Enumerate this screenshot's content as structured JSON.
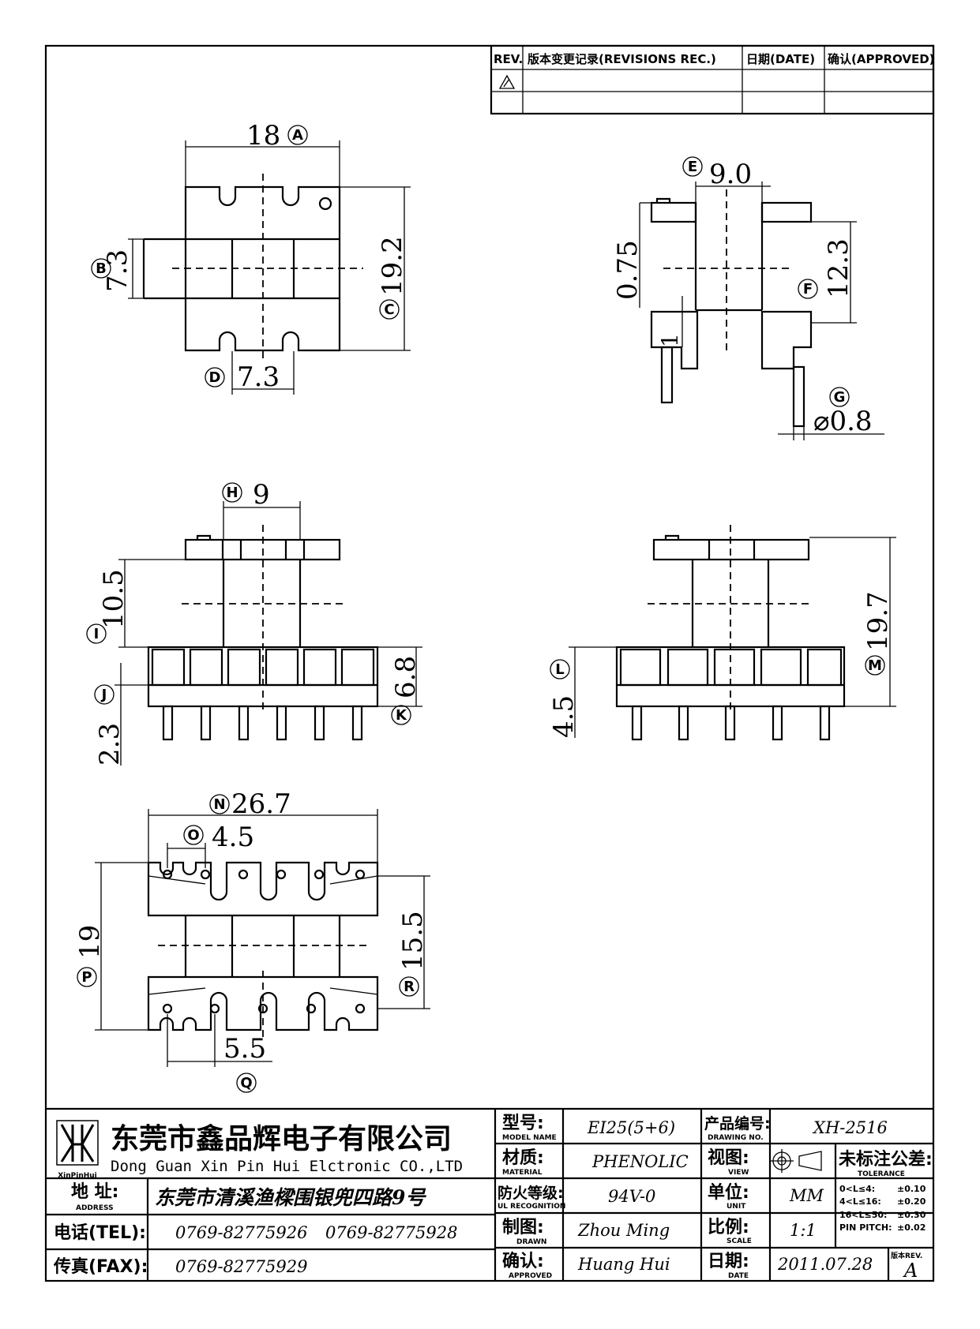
{
  "revision_block": {
    "rev_header": "REV.",
    "revisions_header": "版本变更记录(REVISIONS REC.)",
    "date_header": "日期(DATE)",
    "approved_header": "确认(APPROVED)"
  },
  "dimensions": {
    "A": {
      "letter": "A",
      "value": "18"
    },
    "B": {
      "letter": "B",
      "value": "7.3"
    },
    "C": {
      "letter": "C",
      "value": "19.2"
    },
    "D": {
      "letter": "D",
      "value": "7.3"
    },
    "E": {
      "letter": "E",
      "value": "9.0"
    },
    "F": {
      "letter": "F",
      "value": "12.3"
    },
    "offset": {
      "value": "0.75"
    },
    "one": {
      "value": "1"
    },
    "G": {
      "letter": "G",
      "value": "⌀0.8"
    },
    "H": {
      "letter": "H",
      "value": "9"
    },
    "I": {
      "letter": "I",
      "value": "10.5"
    },
    "J": {
      "letter": "J",
      "value": "2.3"
    },
    "K": {
      "letter": "K",
      "value": "6.8"
    },
    "L": {
      "letter": "L",
      "value": "4.5"
    },
    "M": {
      "letter": "M",
      "value": "19.7"
    },
    "N": {
      "letter": "N",
      "value": "26.7"
    },
    "O": {
      "letter": "O",
      "value": "4.5"
    },
    "P": {
      "letter": "P",
      "value": "19"
    },
    "Q": {
      "letter": "Q",
      "value": "5.5"
    },
    "R": {
      "letter": "R",
      "value": "15.5"
    }
  },
  "title_block": {
    "company_cn": "东莞市鑫品辉电子有限公司",
    "company_en": "Dong Guan Xin Pin Hui Elctronic CO.,LTD",
    "logo_text": "XinPinHui",
    "address_label": "地 址:",
    "address_label_en": "ADDRESS",
    "address": "东莞市清溪渔樑围银兜四路9号",
    "tel_label": "电话(TEL):",
    "tel_1": "0769-82775926",
    "tel_2": "0769-82775928",
    "fax_label": "传真(FAX):",
    "fax": "0769-82775929",
    "model_label": "型号:",
    "model_label_en": "MODEL NAME",
    "model": "EI25(5+6)",
    "material_label": "材质:",
    "material_label_en": "MATERIAL",
    "material": "PHENOLIC",
    "flame_label": "防火等级:",
    "flame_label_en": "UL RECOGNITION",
    "flame": "94V-0",
    "drawn_label": "制图:",
    "drawn_label_en": "DRAWN",
    "drawn": "Zhou Ming",
    "approved_label": "确认:",
    "approved_label_en": "APPROVED",
    "approved": "Huang Hui",
    "drawing_no_label": "产品编号:",
    "drawing_no_label_en": "DRAWING NO.",
    "drawing_no": "XH-2516",
    "view_label": "视图:",
    "view_label_en": "VIEW",
    "unit_label": "单位:",
    "unit_label_en": "UNIT",
    "unit": "MM",
    "scale_label": "比例:",
    "scale_label_en": "SCALE",
    "scale": "1:1",
    "date_label": "日期:",
    "date_label_en": "DATE",
    "date": "2011.07.28",
    "tolerance_label": "未标注公差:",
    "tolerance_label_en": "TOLERANCE",
    "tolerance_rows": [
      {
        "range": "0<L≤4:",
        "value": "±0.10"
      },
      {
        "range": "4<L≤16:",
        "value": "±0.20"
      },
      {
        "range": "16<L≤50:",
        "value": "±0.30"
      },
      {
        "range": "PIN PITCH:",
        "value": "±0.02"
      }
    ],
    "rev_label": "版本REV.",
    "rev": "A"
  }
}
